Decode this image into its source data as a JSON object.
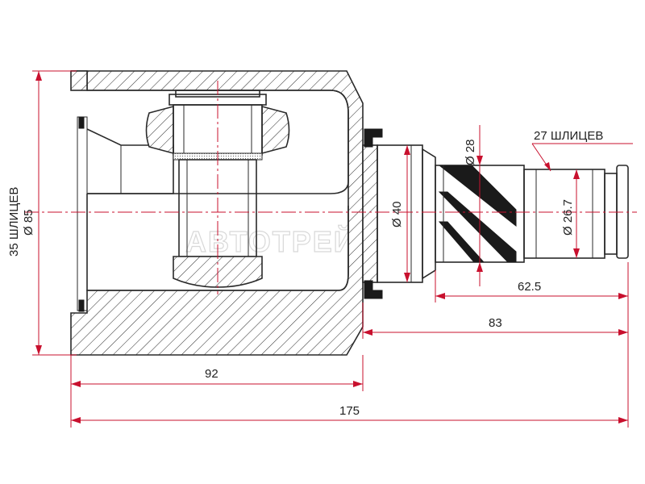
{
  "watermark": "АВТОТРЕЙД",
  "colors": {
    "dimension": "#c8102e",
    "outline": "#2a2a2a",
    "background": "#ffffff"
  },
  "labels": {
    "left_splines": "35 ШЛИЦЕВ",
    "left_diameter": "Ø 85",
    "d40": "Ø 40",
    "d28": "Ø 28",
    "d267": "Ø 26.7",
    "right_splines": "27 ШЛИЦЕВ",
    "l625": "62.5",
    "l83": "83",
    "l92": "92",
    "l175": "175"
  }
}
